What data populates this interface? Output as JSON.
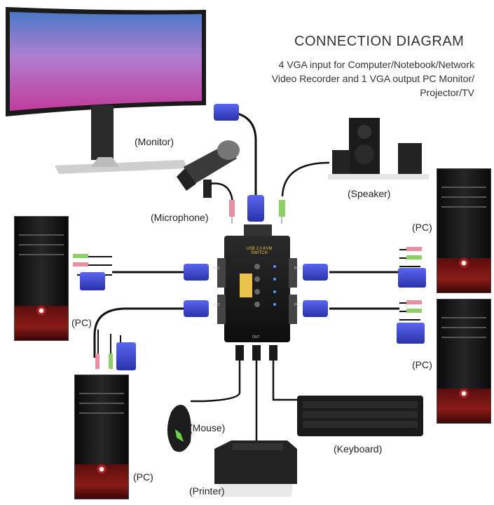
{
  "header": {
    "title": "CONNECTION DIAGRAM",
    "subtitle_lines": [
      "4 VGA input for Computer/Notebook/Network",
      "Video Recorder and 1 VGA output PC Monitor/",
      "Projector/TV"
    ]
  },
  "labels": {
    "monitor": "(Monitor)",
    "microphone": "(Microphone)",
    "speaker": "(Speaker)",
    "pc_left_top": "(PC)",
    "pc_right_top": "(PC)",
    "pc_right_bottom": "(PC)",
    "pc_bottom_left": "(PC)",
    "mouse": "(Mouse)",
    "keyboard": "(Keyboard)",
    "printer": "(Printer)"
  },
  "device": {
    "name": "USB 2.0 KVM SWITCH",
    "ports": [
      "PC1",
      "PC2",
      "PC3",
      "PC4"
    ],
    "out": "OUT"
  },
  "colors": {
    "vga_blue": "#3b46d6",
    "cable": "#111111",
    "mic_pink": "#e88fa3",
    "audio_green": "#8fcf6a",
    "tower_red": "#8a1b16"
  }
}
